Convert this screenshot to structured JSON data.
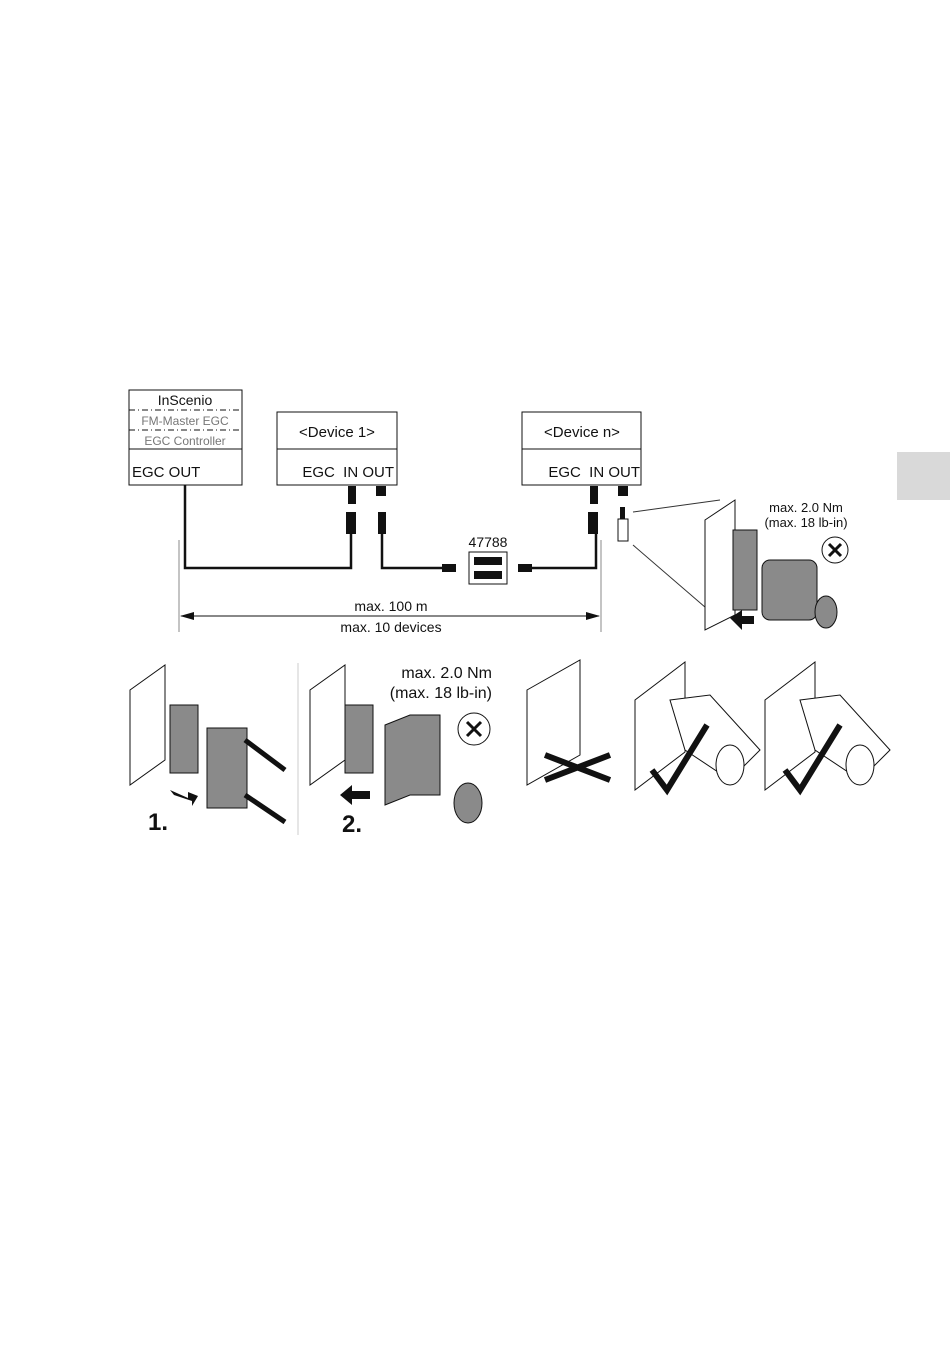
{
  "controller": {
    "title": "InScenio",
    "line2": "FM-Master EGC",
    "line3": "EGC Controller",
    "port": "EGC OUT"
  },
  "device1": {
    "title": "<Device 1>",
    "ports": "EGC  IN OUT"
  },
  "deviceN": {
    "title": "<Device n>",
    "ports": "EGC  IN OUT"
  },
  "coupler": {
    "label": "47788"
  },
  "span": {
    "length": "max. 100 m",
    "devices": "max. 10 devices"
  },
  "torque_small": {
    "line1": "max. 2.0 Nm",
    "line2": "(max. 18 lb-in)"
  },
  "torque_large": {
    "line1": "max. 2.0 Nm",
    "line2": "(max. 18 lb-in)"
  },
  "steps": {
    "step1": "1.",
    "step2": "2."
  },
  "colors": {
    "tab": "#d9d9d9",
    "part": "#8a8a8a",
    "line": "#111111"
  }
}
